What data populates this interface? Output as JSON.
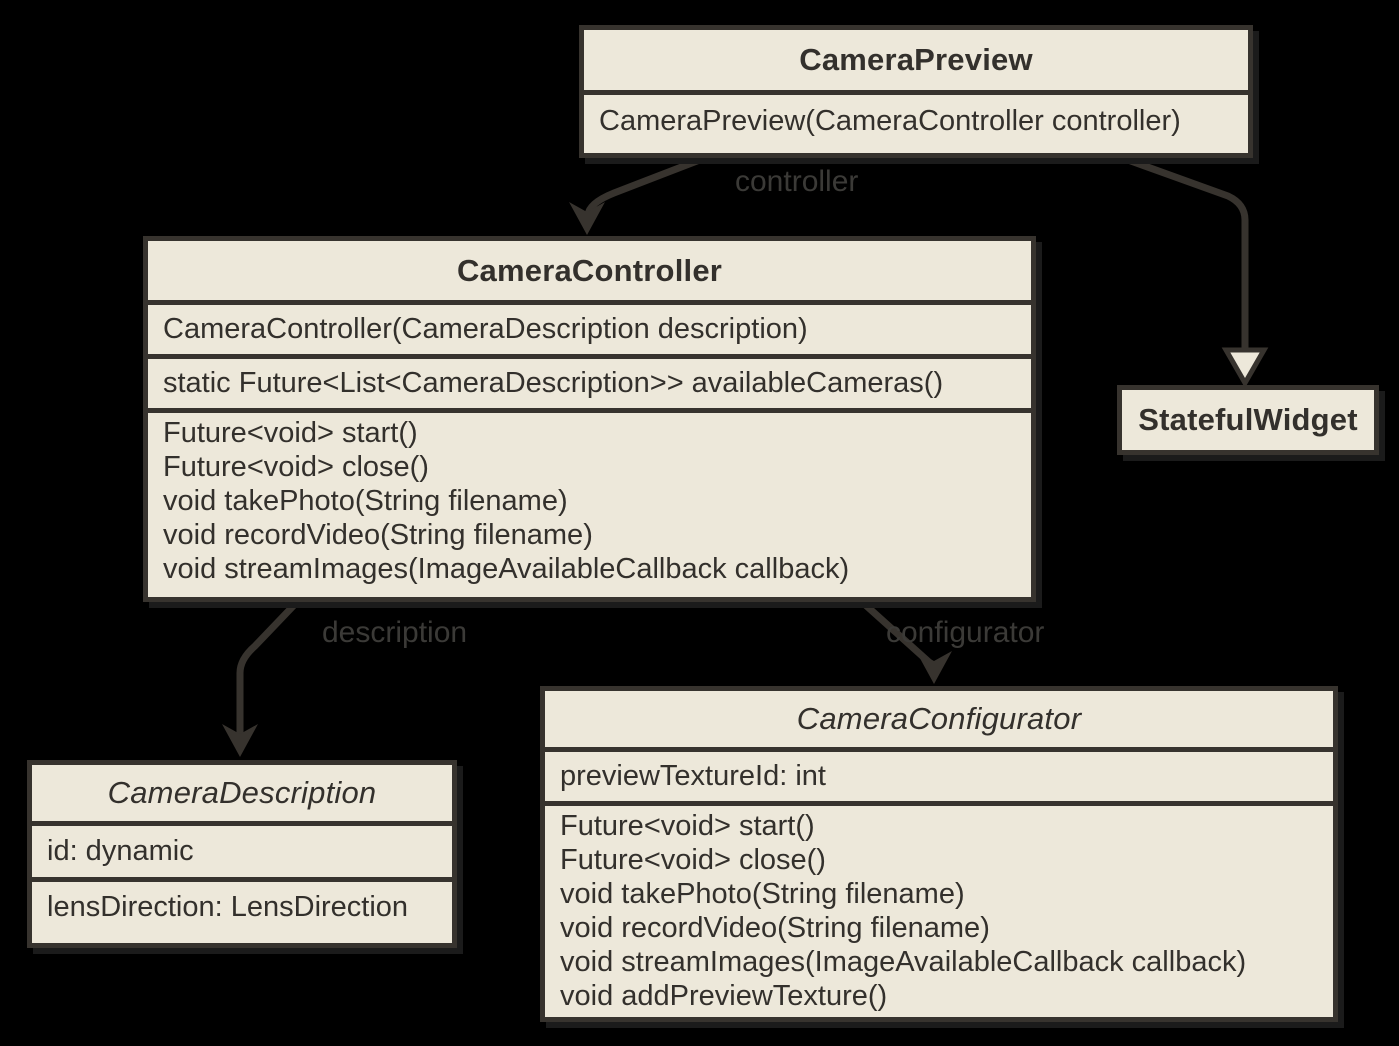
{
  "colors": {
    "background": "#000000",
    "box_fill": "#EDE8DA",
    "line": "#37332E",
    "edge_label": "#3B3A37"
  },
  "diagram": {
    "type": "uml-class-diagram",
    "classes": {
      "camera_preview": {
        "name": "CameraPreview",
        "constructor": "CameraPreview(CameraController controller)"
      },
      "camera_controller": {
        "name": "CameraController",
        "constructor": "CameraController(CameraDescription description)",
        "static_method": "static Future<List<CameraDescription>> availableCameras()",
        "methods": [
          "Future<void> start()",
          "Future<void> close()",
          "void takePhoto(String filename)",
          "void recordVideo(String filename)",
          "void streamImages(ImageAvailableCallback callback)"
        ]
      },
      "stateful_widget": {
        "name": "StatefulWidget"
      },
      "camera_description": {
        "name": "CameraDescription",
        "fields": [
          "id: dynamic",
          "lensDirection: LensDirection"
        ]
      },
      "camera_configurator": {
        "name": "CameraConfigurator",
        "fields": [
          "previewTextureId: int"
        ],
        "methods": [
          "Future<void> start()",
          "Future<void> close()",
          "void takePhoto(String filename)",
          "void recordVideo(String filename)",
          "void streamImages(ImageAvailableCallback callback)",
          "void addPreviewTexture()"
        ]
      }
    },
    "edges": {
      "controller": {
        "label": "controller",
        "from": "CameraPreview",
        "to": "CameraController",
        "type": "association"
      },
      "extends": {
        "label": "",
        "from": "CameraPreview",
        "to": "StatefulWidget",
        "type": "inheritance"
      },
      "description": {
        "label": "description",
        "from": "CameraController",
        "to": "CameraDescription",
        "type": "association"
      },
      "configurator": {
        "label": "configurator",
        "from": "CameraController",
        "to": "CameraConfigurator",
        "type": "association"
      }
    }
  }
}
